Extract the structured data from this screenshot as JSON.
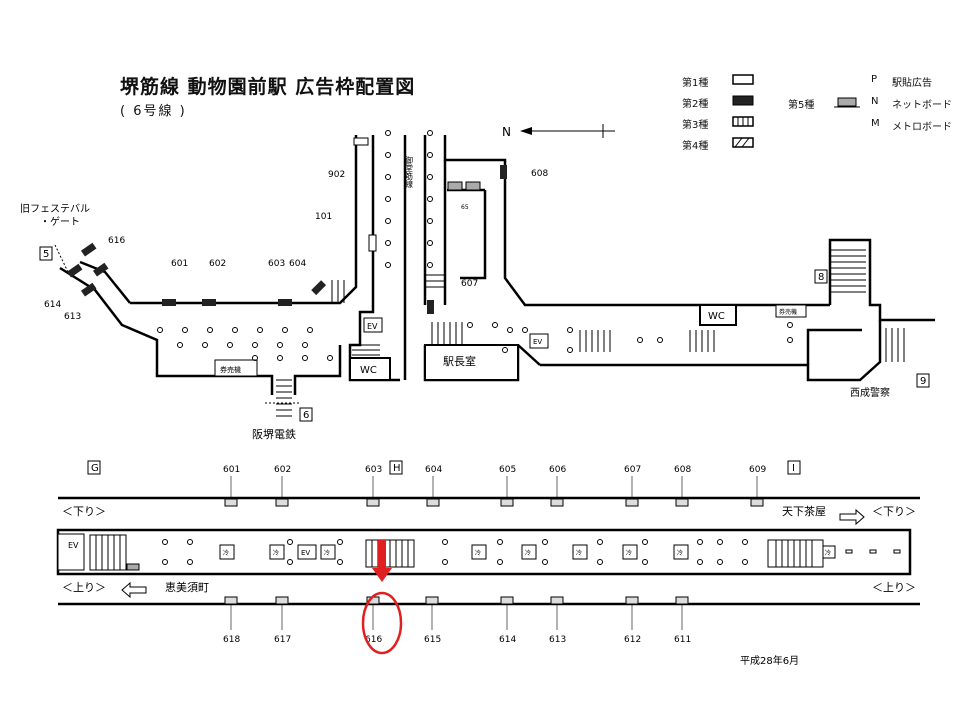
{
  "title": "堺筋線 動物園前駅 広告枠配置図",
  "subtitle": "( 6号線 )",
  "date": "平成28年6月",
  "north_label": "N",
  "legend": {
    "type1": "第1種",
    "type2": "第2種",
    "type3": "第3種",
    "type4": "第4種",
    "type5": "第5種",
    "p_code": "P",
    "p_label": "駅貼広告",
    "n_code": "N",
    "n_label": "ネットボード",
    "m_code": "M",
    "m_label": "メトロボード"
  },
  "concourse": {
    "street_label": "御堂筋線",
    "fest_gate": [
      "旧フェステバル",
      "・ゲート"
    ],
    "hankai": "阪堺電鉄",
    "nishinari": "西成警察",
    "station_master": "駅長室",
    "wc": "WC",
    "ev": "EV",
    "ticket": "券売機",
    "exits": [
      "5",
      "6",
      "8",
      "9"
    ],
    "ad_numbers": [
      "902",
      "101",
      "608",
      "616",
      "614",
      "613",
      "601",
      "602",
      "603",
      "604",
      "607",
      "65"
    ]
  },
  "platform": {
    "markers": [
      "G",
      "H",
      "I"
    ],
    "top_ads": [
      "601",
      "602",
      "603",
      "604",
      "605",
      "606",
      "607",
      "608",
      "609"
    ],
    "bottom_ads": [
      "618",
      "617",
      "616",
      "615",
      "614",
      "613",
      "612",
      "611"
    ],
    "down_left": "＜下り＞",
    "down_right": "＜下り＞",
    "up_left": "＜上り＞",
    "up_right": "＜上り＞",
    "tenga": "天下茶屋",
    "ebisu": "恵美須町",
    "ev": "EV",
    "cold": "冷"
  },
  "highlight_color": "#e02020"
}
